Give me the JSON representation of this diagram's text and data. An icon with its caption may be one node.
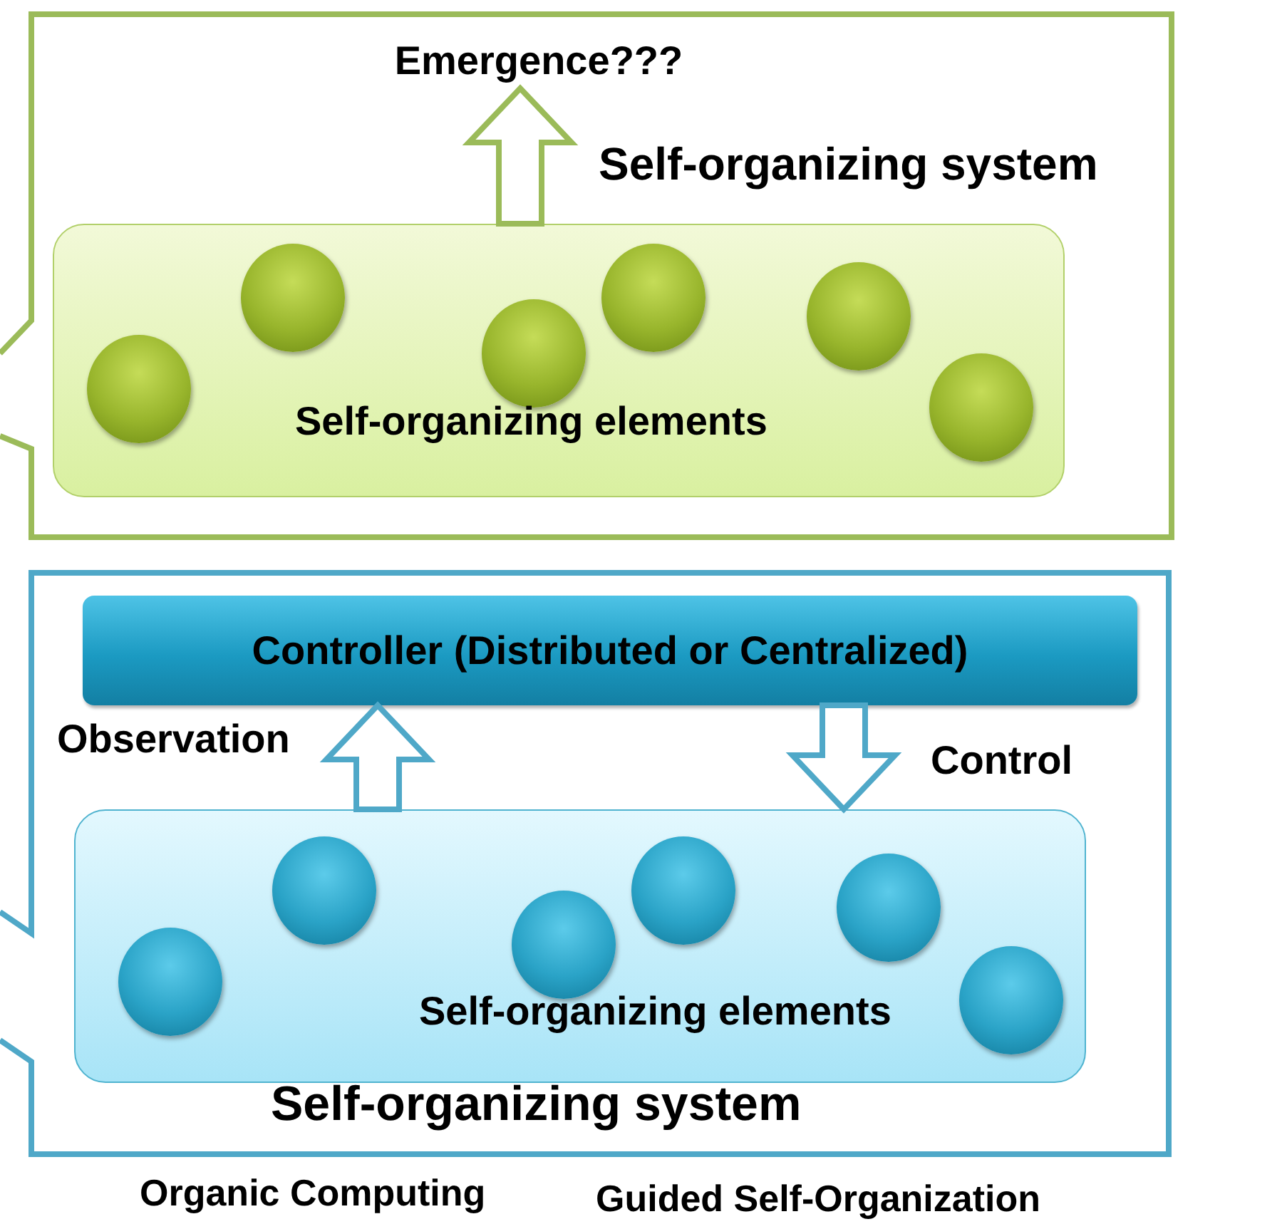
{
  "diagram": {
    "nodes": [
      {
        "text": [
          "Self-organizing system"
        ]
      },
      {
        "text": [
          "Self-organizing elements"
        ],
        "in": 0
      },
      {
        "text": [],
        "shape": "circle",
        "in": 1
      },
      {
        "text": [],
        "shape": "circle",
        "in": 1
      },
      {
        "text": [],
        "shape": "circle",
        "in": 1
      },
      {
        "text": [],
        "shape": "circle",
        "in": 1
      },
      {
        "text": [],
        "shape": "circle",
        "in": 1
      },
      {
        "text": [],
        "shape": "circle",
        "in": 1
      },
      {
        "text": [
          "Emergence???"
        ],
        "in": 0
      },
      {
        "text": [
          "Self-organizing system"
        ]
      },
      {
        "text": [
          "Controller (Distributed or Centralized)"
        ],
        "in": 9
      },
      {
        "text": [
          "Self-organizing elements"
        ],
        "in": 9
      },
      {
        "text": [],
        "shape": "circle",
        "in": 11
      },
      {
        "text": [],
        "shape": "circle",
        "in": 11
      },
      {
        "text": [],
        "shape": "circle",
        "in": 11
      },
      {
        "text": [],
        "shape": "circle",
        "in": 11
      },
      {
        "text": [],
        "shape": "circle",
        "in": 11
      },
      {
        "text": [],
        "shape": "circle",
        "in": 11
      }
    ],
    "edges": [
      {
        "from": 1,
        "to": 8,
        "arrow": "to",
        "color": "#9bbb59"
      },
      {
        "from": 11,
        "to": 10,
        "arrow": "to",
        "label": "Observation"
      },
      {
        "from": 10,
        "to": 11,
        "arrow": "to",
        "label": "Control"
      }
    ],
    "labels": [
      "Organic Computing",
      "Guided Self-Organization"
    ]
  }
}
